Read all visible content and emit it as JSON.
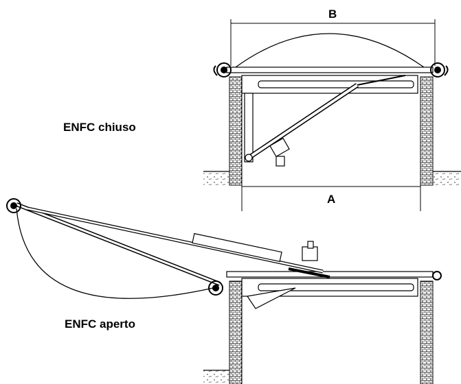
{
  "labels": {
    "closed": "ENFC chiuso",
    "open": "ENFC aperto",
    "dim_a": "A",
    "dim_b": "B"
  }
}
